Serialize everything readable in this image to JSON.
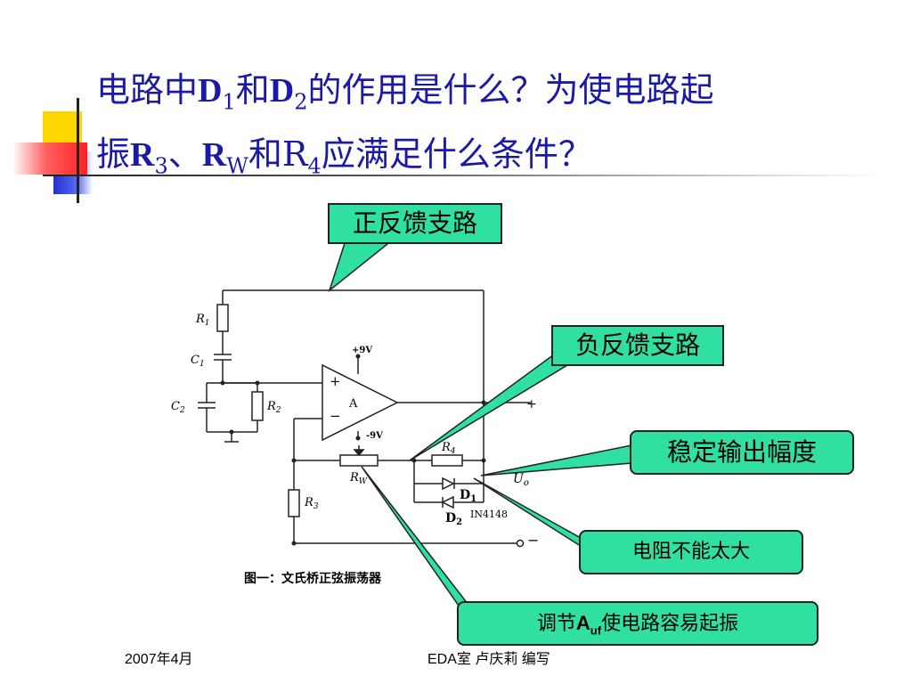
{
  "title": {
    "line1_a": "电路中",
    "d1": "D",
    "d1_sub": "1",
    "and1": "和",
    "d2": "D",
    "d2_sub": "2",
    "line1_b": "的作用是什么？为使电路起",
    "line2_a": "振",
    "r3": "R",
    "r3_sub": "3",
    "sep": "、",
    "rw": "R",
    "rw_sub": "W",
    "and2": "和",
    "r4": "R",
    "r4_sub": "4",
    "line2_b": "应满足什么条件？"
  },
  "callouts": {
    "positive_feedback": "正反馈支路",
    "negative_feedback": "负反馈支路",
    "stabilize_output": "稳定输出幅度",
    "resistor_not_too_big": "电阻不能太大",
    "adjust_prefix": "调节",
    "adjust_a": "A",
    "adjust_sub": "uf",
    "adjust_suffix": "使电路容易起振"
  },
  "circuit": {
    "r1": "R",
    "r1_sub": "1",
    "c1": "C",
    "c1_sub": "1",
    "c2": "C",
    "c2_sub": "2",
    "r2": "R",
    "r2_sub": "2",
    "r3": "R",
    "r3_sub": "3",
    "rw": "R",
    "rw_sub": "W",
    "r4": "R",
    "r4_sub": "4",
    "d1": "D",
    "d1_sub": "1",
    "d2": "D",
    "d2_sub": "2",
    "diode_model": "IN4148",
    "opamp": "A",
    "plus": "+",
    "minus": "−",
    "vpos": "+9V",
    "vneg": "-9V",
    "uo": "U",
    "uo_sub": "o",
    "out_plus": "+",
    "out_minus": "−",
    "caption": "图一：文氏桥正弦振荡器"
  },
  "footer": {
    "date": "2007年4月",
    "author": "EDA室  卢庆莉  编写"
  },
  "colors": {
    "title": "#1a1aa6",
    "callout_fill": "#2fe0a0",
    "deco_yellow": "#ffd700",
    "deco_red": "#ff3030",
    "deco_blue": "#2030d0"
  }
}
